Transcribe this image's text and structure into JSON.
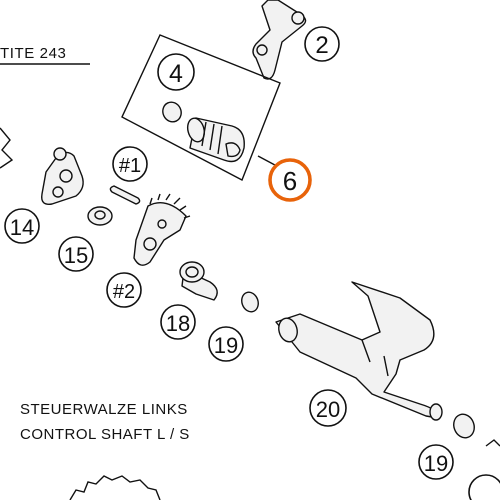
{
  "note_top": "TITE 243",
  "caption_de": "STEUERWALZE LINKS",
  "caption_en": "CONTROL SHAFT L / S",
  "highlight_color": "#e8630a",
  "callouts": {
    "c2": "2",
    "c4": "4",
    "c6": "6",
    "c14": "14",
    "c15": "15",
    "c18": "18",
    "c19a": "19",
    "c19b": "19",
    "c20": "20",
    "c1h": "#1",
    "c2h": "#2"
  }
}
